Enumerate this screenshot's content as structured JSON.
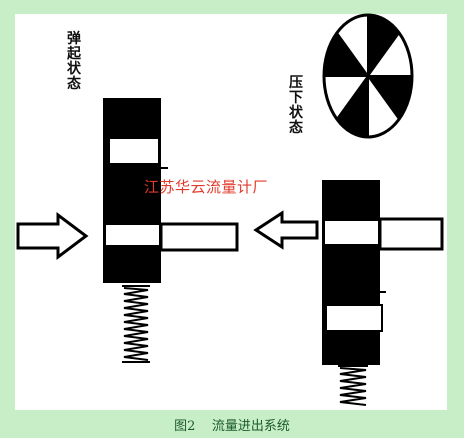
{
  "diagram": {
    "label_left": "弹起状态",
    "label_right": "压下状态",
    "watermark": "江苏华云流量计厂",
    "caption": "图2    流量进出系统"
  },
  "colors": {
    "background": "#c8eec8",
    "panel": "#ffffff",
    "ink": "#000000",
    "watermark": "#e23a2a",
    "caption": "#1a5a2a"
  }
}
